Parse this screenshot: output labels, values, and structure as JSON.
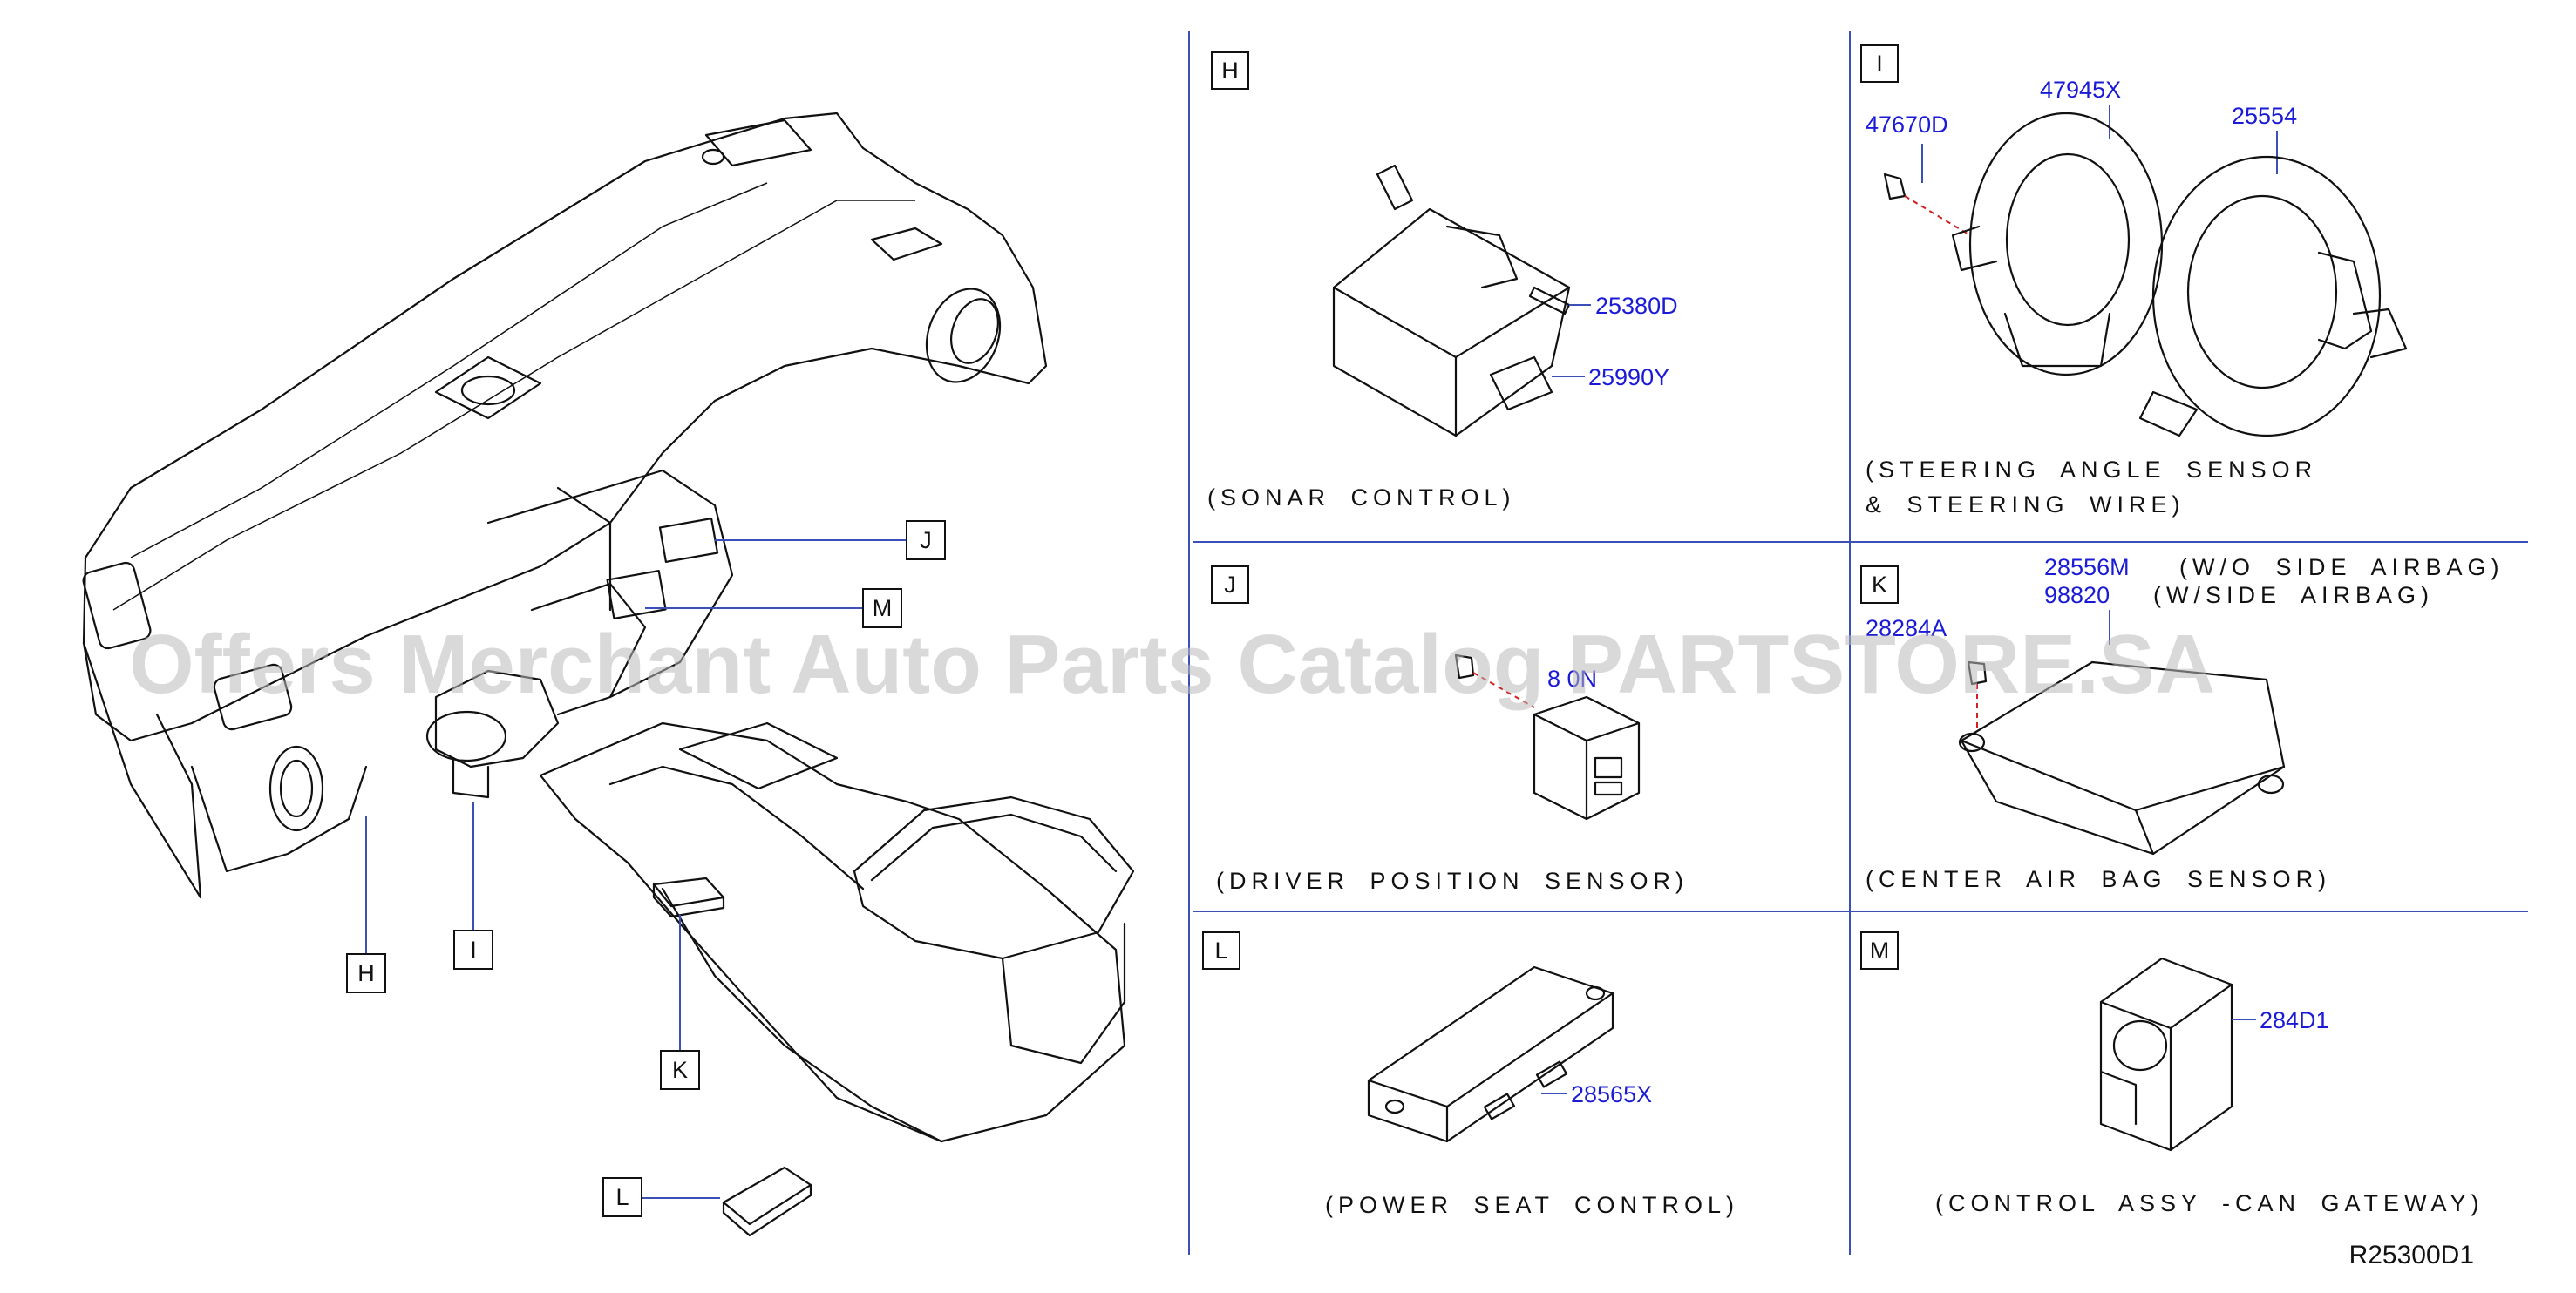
{
  "watermark": "Offers Merchant Auto Parts Catalog PARTSTORE.SA",
  "diagram_code": "R25300D1",
  "callouts": {
    "H": "H",
    "I": "I",
    "J": "J",
    "M": "M",
    "K": "K",
    "L": "L"
  },
  "panels": {
    "H": {
      "label": "H",
      "parts": [
        "25380D",
        "25990Y"
      ],
      "caption": "(SONAR CONTROL)"
    },
    "I": {
      "label": "I",
      "parts": [
        "47670D",
        "47945X",
        "25554"
      ],
      "caption_line1": "(STEERING ANGLE SENSOR",
      "caption_line2": "& STEERING WIRE)"
    },
    "J": {
      "label": "J",
      "parts": [
        "8 0N"
      ],
      "caption": "(DRIVER POSITION SENSOR)"
    },
    "K": {
      "label": "K",
      "parts": [
        "28556M",
        "98820",
        "28284A"
      ],
      "notes": [
        "(W/O SIDE AIRBAG)",
        "(W/SIDE AIRBAG)"
      ],
      "caption": "(CENTER AIR BAG SENSOR)"
    },
    "L": {
      "label": "L",
      "parts": [
        "28565X"
      ],
      "caption": "(POWER SEAT CONTROL)"
    },
    "M": {
      "label": "M",
      "parts": [
        "284D1"
      ],
      "caption": "(CONTROL ASSY -CAN GATEWAY)"
    }
  },
  "colors": {
    "part_number": "#1b1bd6",
    "divider": "#3a4fb8",
    "line": "#111111",
    "watermark": "#b9b9b9"
  }
}
